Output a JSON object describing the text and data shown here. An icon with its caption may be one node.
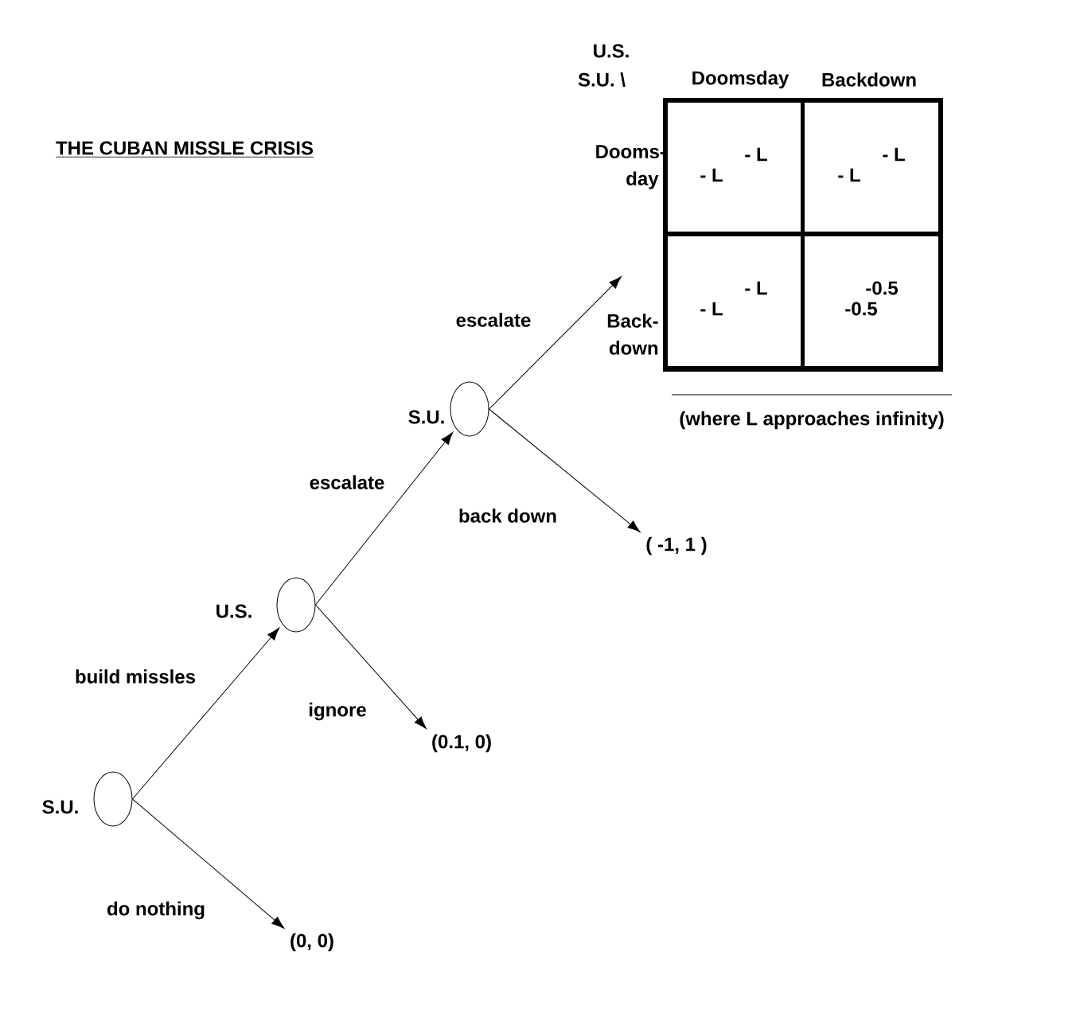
{
  "diagram": {
    "title": "THE CUBAN MISSLE CRISIS",
    "nodes": [
      {
        "text": [],
        "shape": "circle",
        "beside": [
          "S.U."
        ]
      },
      {
        "text": [],
        "shape": "circle",
        "beside": [
          "U.S."
        ]
      },
      {
        "text": [],
        "shape": "circle",
        "beside": [
          "S.U."
        ]
      },
      {
        "text": [],
        "shape": "box"
      },
      {
        "text": [
          "- L",
          "- L"
        ],
        "in": 3
      },
      {
        "text": [
          "- L",
          "- L"
        ],
        "in": 3
      },
      {
        "text": [
          "- L",
          "- L"
        ],
        "in": 3
      },
      {
        "text": [
          "-0.5",
          "-0.5"
        ],
        "in": 3
      },
      {
        "text": [
          "( -1, 1 )"
        ]
      },
      {
        "text": [
          "(0.1, 0)"
        ]
      },
      {
        "text": [
          "(0, 0)"
        ]
      }
    ],
    "edges": [
      {
        "from": 0,
        "to": 1,
        "arrow": "to",
        "label": "build missles"
      },
      {
        "from": 0,
        "to": 10,
        "arrow": "to",
        "label": "do nothing"
      },
      {
        "from": 1,
        "to": 2,
        "arrow": "to",
        "label": "escalate"
      },
      {
        "from": 1,
        "to": 9,
        "arrow": "to",
        "label": "ignore"
      },
      {
        "from": 2,
        "to": 3,
        "arrow": "to",
        "label": "escalate"
      },
      {
        "from": 2,
        "to": 8,
        "arrow": "to",
        "label": "back down"
      }
    ],
    "labels": [
      "U.S.",
      "S.U. \\",
      "Doomsday",
      "Backdown",
      "Dooms- day",
      "Back- down",
      "(where L approaches infinity)"
    ]
  }
}
